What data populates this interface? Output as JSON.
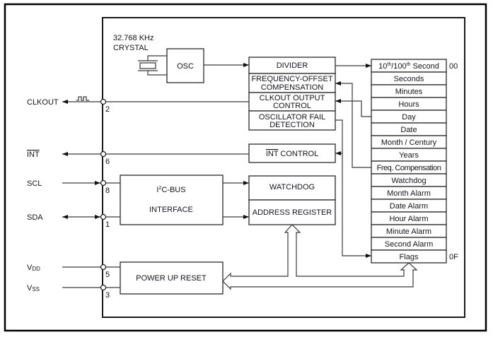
{
  "crystal": {
    "frequency": "32.768 KHz",
    "label": "CRYSTAL"
  },
  "blocks": {
    "osc": "OSC",
    "divider": "DIVIDER",
    "freq_offset": {
      "line1": "FREQUENCY-OFFSET",
      "line2": "COMPENSATION"
    },
    "clkout_control": {
      "line1": "CLKOUT OUTPUT",
      "line2": "CONTROL"
    },
    "osc_fail": {
      "line1": "OSCILLATOR FAIL",
      "line2": "DETECTION"
    },
    "int_control": {
      "overlined": "INT",
      "rest": " CONTROL"
    },
    "watchdog": "WATCHDOG",
    "address_register": "ADDRESS REGISTER",
    "i2c": {
      "prefix": "I",
      "sup": "2",
      "suffix": "C-BUS",
      "line2": "INTERFACE"
    },
    "power_up_reset": "POWER UP RESET"
  },
  "pins": {
    "clkout": {
      "label": "CLKOUT",
      "number": "2"
    },
    "int": {
      "label": "INT",
      "number": "6"
    },
    "scl": {
      "label": "SCL",
      "number": "8"
    },
    "sda": {
      "label": "SDA",
      "number": "1"
    },
    "vdd": {
      "label": "V",
      "sub": "DD",
      "number": "5"
    },
    "vss": {
      "label": "V",
      "sub": "SS",
      "number": "3"
    }
  },
  "registers": {
    "first_row": {
      "a": "10",
      "sup1": "th",
      "b": "/100",
      "sup2": "th",
      "c": " Second"
    },
    "rows": [
      "Seconds",
      "Minutes",
      "Hours",
      "Day",
      "Date",
      "Month / Century",
      "Years",
      "Freq. Compensation",
      "Watchdog",
      "Month Alarm",
      "Date Alarm",
      "Hour Alarm",
      "Minute Alarm",
      "Second Alarm",
      "Flags"
    ],
    "address_start": "00",
    "address_end": "0F"
  }
}
